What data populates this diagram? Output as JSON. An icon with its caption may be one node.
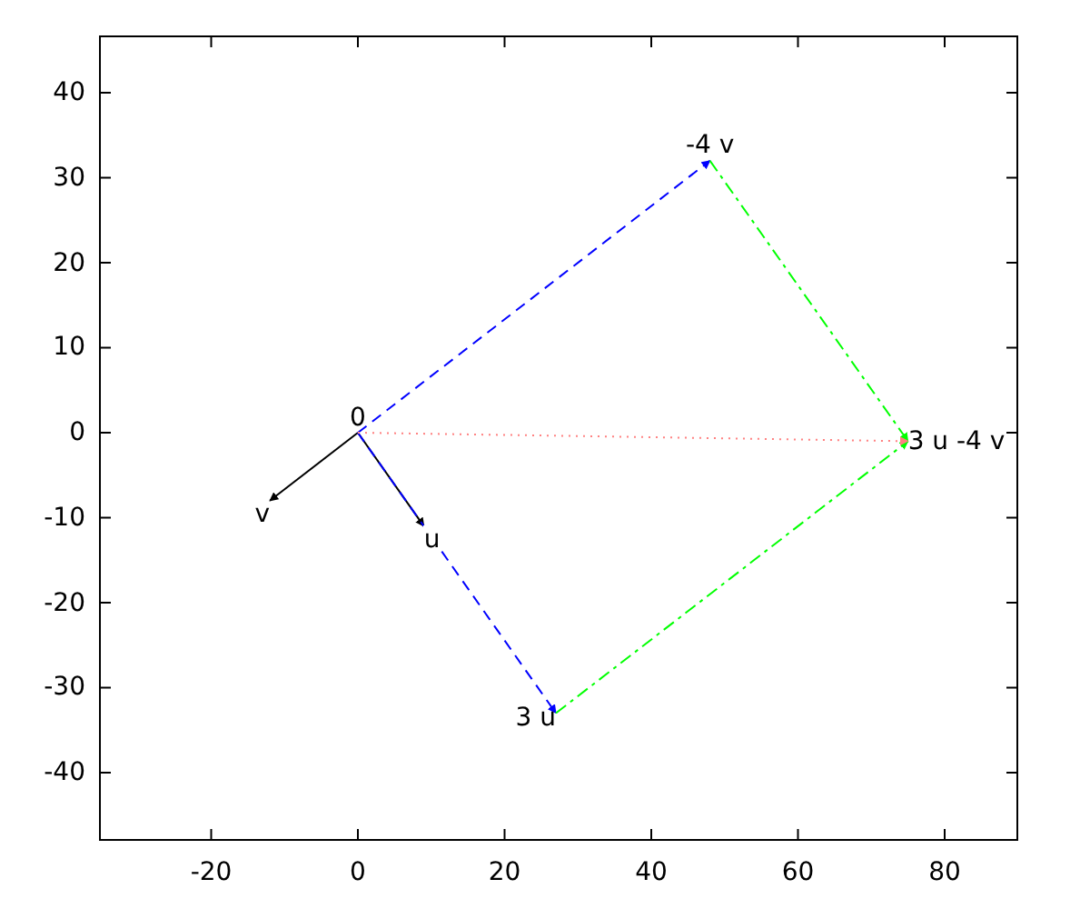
{
  "diagram": {
    "nodes": [
      {
        "text": [
          "0"
        ]
      },
      {
        "text": [
          "v"
        ]
      },
      {
        "text": [
          "u"
        ]
      },
      {
        "text": [
          "3 u"
        ]
      },
      {
        "text": [
          "-4 v"
        ]
      },
      {
        "text": [
          "3 u -4 v"
        ]
      }
    ],
    "edges": [
      {
        "from": 0,
        "to": 1,
        "arrow": "to"
      },
      {
        "from": 0,
        "to": 2,
        "arrow": "to"
      },
      {
        "from": 0,
        "to": 3,
        "arrow": "to",
        "style": "dashed",
        "color": "#0000ff"
      },
      {
        "from": 0,
        "to": 4,
        "arrow": "to",
        "style": "dashed",
        "color": "#0000ff"
      },
      {
        "from": 3,
        "to": 5,
        "arrow": "to",
        "style": "dashed",
        "color": "#00ff00"
      },
      {
        "from": 4,
        "to": 5,
        "arrow": "to",
        "style": "dashed",
        "color": "#00ff00"
      },
      {
        "from": 0,
        "to": 5,
        "arrow": "to",
        "style": "dashed",
        "color": "#ff8080"
      }
    ],
    "labels": [
      "40",
      "30",
      "20",
      "10",
      "0",
      "-10",
      "-20",
      "-30",
      "-40",
      "-20",
      "0",
      "20",
      "40",
      "60",
      "80"
    ]
  }
}
